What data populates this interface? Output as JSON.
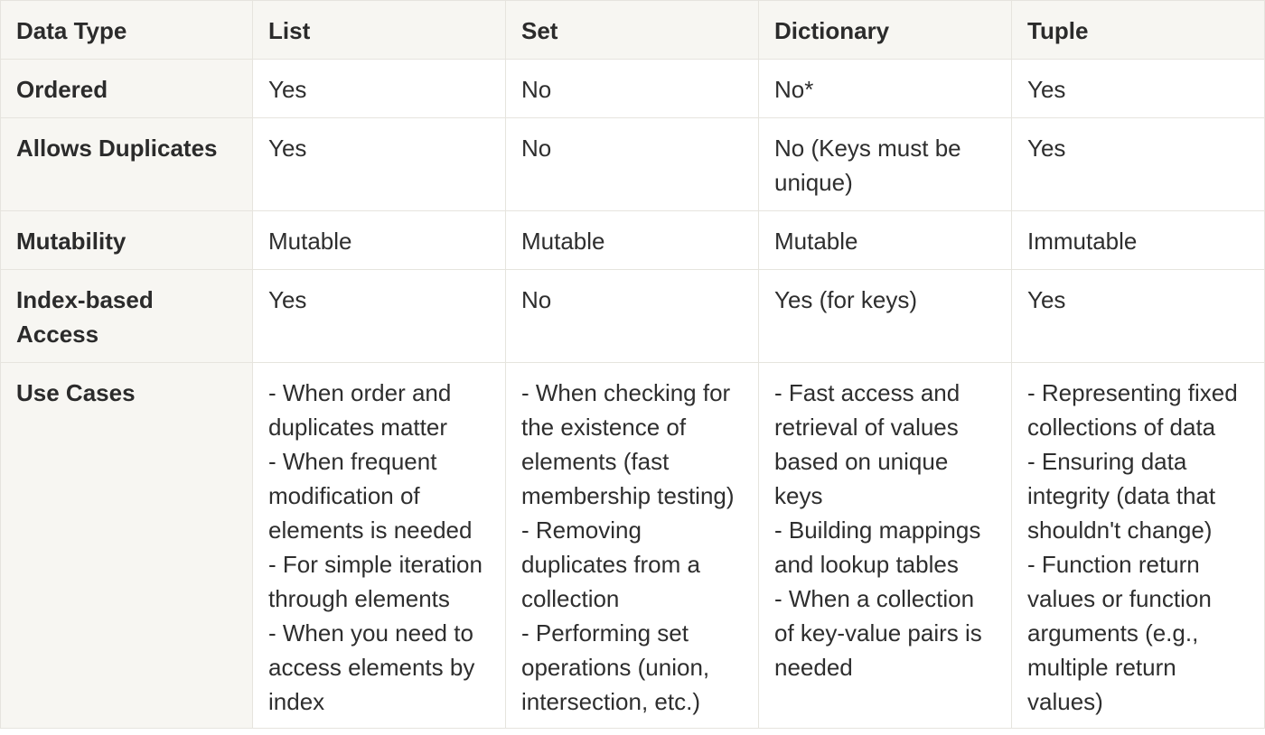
{
  "table": {
    "headers": [
      "Data Type",
      "List",
      "Set",
      "Dictionary",
      "Tuple"
    ],
    "rows": [
      {
        "label": "Ordered",
        "cells": [
          "Yes",
          "No",
          "No*",
          "Yes"
        ]
      },
      {
        "label": "Allows Duplicates",
        "cells": [
          "Yes",
          "No",
          "No (Keys must be unique)",
          "Yes"
        ]
      },
      {
        "label": "Mutability",
        "cells": [
          "Mutable",
          "Mutable",
          "Mutable",
          "Immutable"
        ]
      },
      {
        "label": "Index-based Access",
        "cells": [
          "Yes",
          "No",
          "Yes (for keys)",
          "Yes"
        ]
      },
      {
        "label": "Use Cases",
        "cells": [
          "- When order and duplicates matter\n- When frequent modification of elements is needed\n- For simple iteration through elements\n- When you need to access elements by index",
          "- When checking for the existence of elements (fast membership testing)\n- Removing duplicates from a collection\n- Performing set operations (union, intersection, etc.)",
          "- Fast access and retrieval of values based on unique keys\n- Building mappings and lookup tables\n- When a collection of key-value pairs is needed",
          "- Representing fixed collections of data\n- Ensuring data integrity (data that shouldn't change)\n- Function return values or function arguments (e.g., multiple return values)"
        ]
      }
    ]
  }
}
